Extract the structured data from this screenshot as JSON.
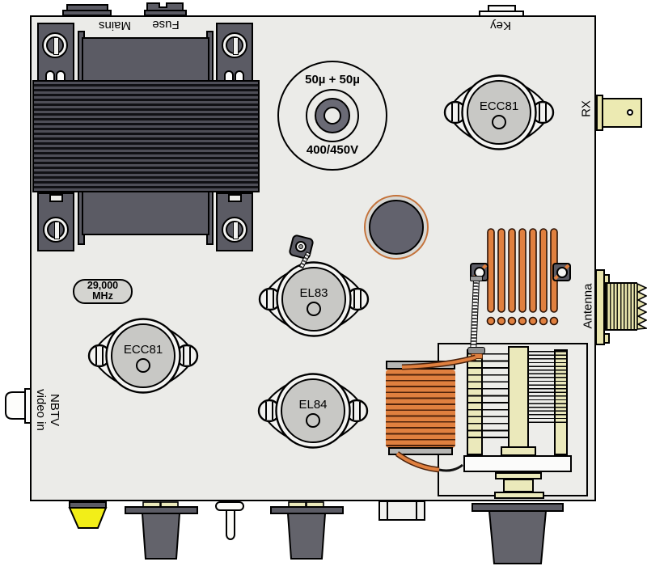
{
  "ports": {
    "mains": "Mains",
    "fuse": "Fuse",
    "key": "Key",
    "rx": "RX",
    "antenna": "Antenna",
    "video": {
      "line1": "NBTV",
      "line2": "video in"
    }
  },
  "components": {
    "electrolytic_capacitor": {
      "rating_top": "50µ + 50µ",
      "rating_bottom": "400/450V"
    },
    "crystal": {
      "frequency": "29,000",
      "unit": "MHz"
    },
    "tubes": [
      {
        "label": "ECC81"
      },
      {
        "label": "EL83"
      },
      {
        "label": "ECC81"
      },
      {
        "label": "EL84"
      }
    ]
  },
  "colors": {
    "chassis": "#ebebe8",
    "component_dark": "#5b5b64",
    "copper": "#e0803f",
    "cream": "#ebe9bb",
    "yellow_knob": "#f2ee18",
    "tube_gray": "#c8c8c5"
  }
}
